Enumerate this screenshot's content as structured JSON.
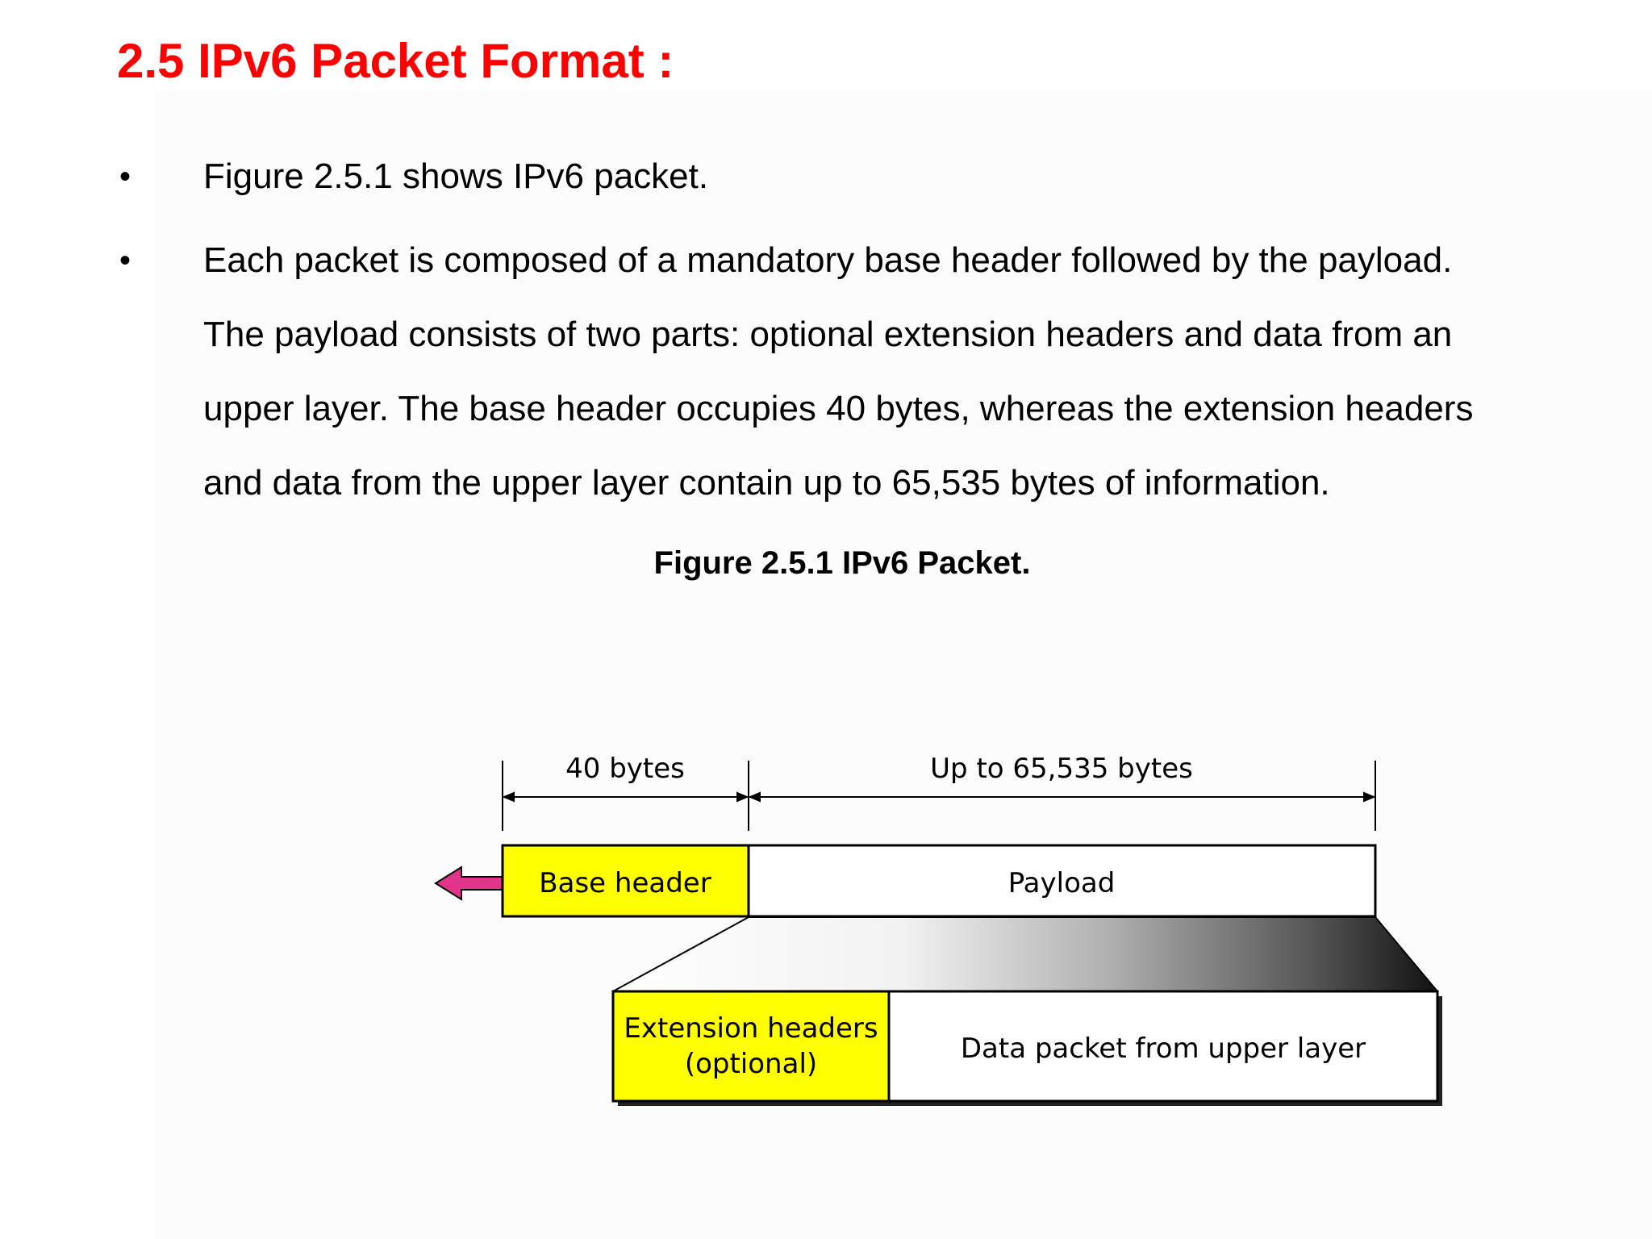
{
  "heading": "2.5 IPv6 Packet Format :",
  "bullets": [
    {
      "marker": "•",
      "lines": [
        "Figure 2.5.1 shows IPv6 packet."
      ]
    },
    {
      "marker": "•",
      "lines": [
        "Each packet is composed of a mandatory base header followed by the payload.",
        "The payload consists of two parts: optional extension headers and data from an",
        "upper layer. The base header occupies 40 bytes, whereas the extension headers",
        "and data from the upper layer contain up to 65,535 bytes of information."
      ]
    }
  ],
  "figure_caption": "Figure 2.5.1 IPv6 Packet.",
  "diagram": {
    "dimension_base": "40 bytes",
    "dimension_payload": "Up to 65,535 bytes",
    "base_header": "Base header",
    "payload": "Payload",
    "extension_headers_line1": "Extension headers",
    "extension_headers_line2": "(optional)",
    "data_packet": "Data packet from upper layer",
    "colors": {
      "highlight_box": "#ffff00",
      "arrow": "#e0358a",
      "heading": "#ff0000"
    }
  }
}
